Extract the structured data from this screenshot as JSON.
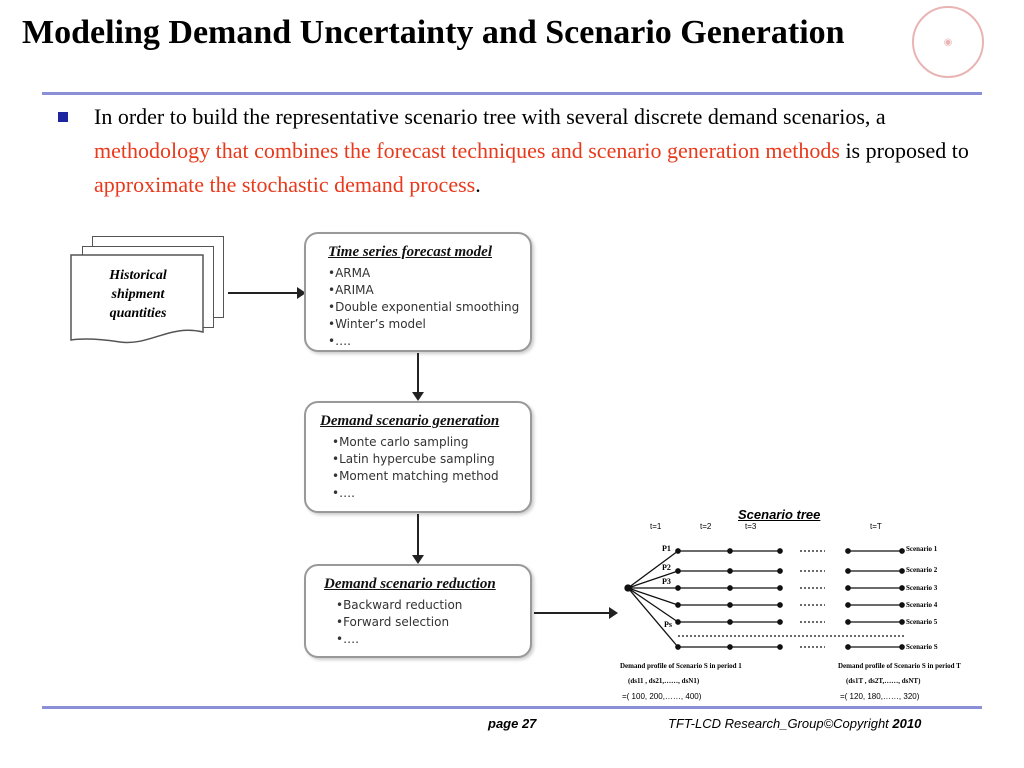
{
  "slide": {
    "title": "Modeling Demand Uncertainty and Scenario Generation",
    "bullet": {
      "part1": "In order to build the representative scenario tree with several discrete demand scenarios, a ",
      "red1": "methodology that combines the forecast techniques and scenario generation methods",
      "part2": " is proposed to ",
      "red2": "approximate the stochastic demand process",
      "part3": "."
    }
  },
  "flowchart": {
    "docs_label": "Historical shipment quantities",
    "forecast": {
      "title": "Time series forecast model",
      "items": [
        "ARMA",
        "ARIMA",
        "Double exponential smoothing",
        "Winter’s model",
        "…."
      ]
    },
    "generation": {
      "title": "Demand scenario generation",
      "items": [
        "Monte carlo sampling",
        "Latin hypercube sampling",
        "Moment matching method",
        "…."
      ]
    },
    "reduction": {
      "title": "Demand scenario reduction",
      "items": [
        "Backward reduction",
        "Forward selection",
        "…."
      ]
    }
  },
  "scenario_tree": {
    "title": "Scenario tree",
    "periods": [
      "t=1",
      "t=2",
      "t=3",
      "t=T"
    ],
    "scenarios": [
      "Scenario 1",
      "Scenario 2",
      "Scenario 3",
      "Scenario 4",
      "Scenario 5",
      "Scenario S"
    ],
    "probs": [
      "P1",
      "P2",
      "P3",
      "Ps"
    ],
    "profile1_label": "Demand profile of Scenario S in period 1",
    "profile1_vec": "(ds11 , ds21,……, dsN1)",
    "profile1_vals": "=( 100, 200,……,  400)",
    "profileT_label": "Demand profile of Scenario S in period T",
    "profileT_vec": "(ds1T , ds2T,……, dsNT)",
    "profileT_vals": "=( 120, 180,……,  320)"
  },
  "footer": {
    "page": "page 27",
    "copyright": "TFT-LCD Research_Group©Copyright ",
    "year": "2010"
  },
  "colors": {
    "accent_rule": "#8a8fd8",
    "highlight": "#e8391c",
    "bullet": "#1d25a0"
  }
}
